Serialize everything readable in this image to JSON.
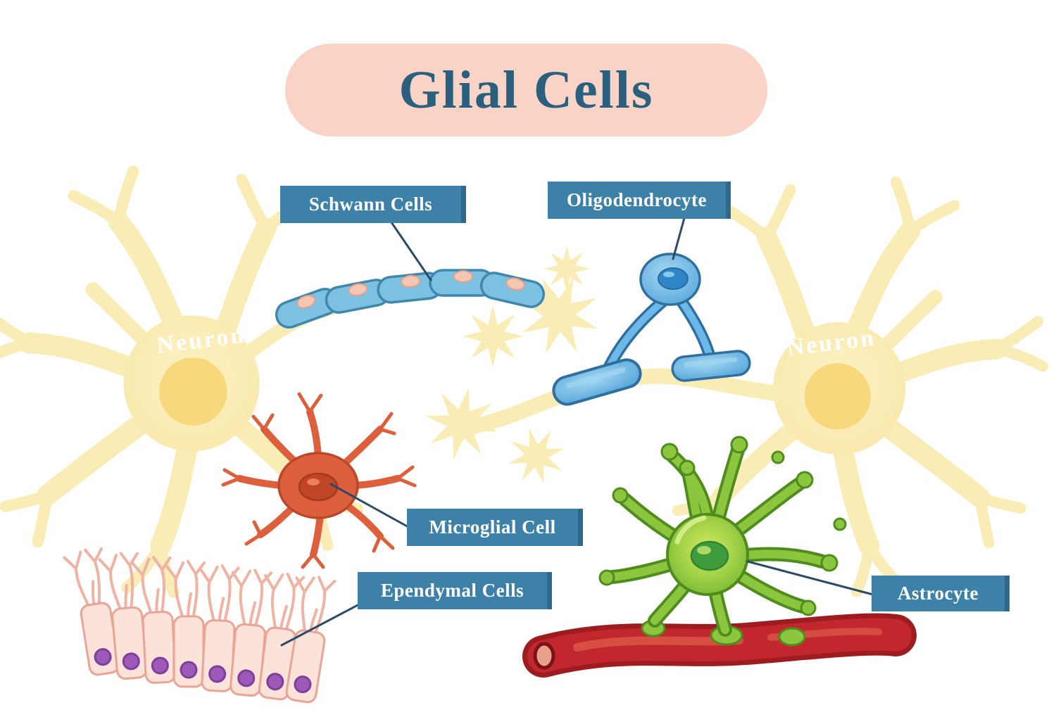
{
  "title": "Glial Cells",
  "labels": {
    "schwann": "Schwann Cells",
    "oligodendrocyte": "Oligodendrocyte",
    "microglial": "Microglial Cell",
    "ependymal": "Ependymal Cells",
    "astrocyte": "Astrocyte"
  },
  "neurons": {
    "left": "Neuron",
    "right": "Neuron"
  },
  "colors": {
    "title_bg": "#f9d3c6",
    "title_text": "#2b5f7e",
    "label_bg": "#3e81a8",
    "label_text": "#ffffff",
    "neuron_yellow": "#faecb5",
    "neuron_nucleus": "#f7d87c",
    "schwann_blue": "#7cc0e2",
    "oligodendrocyte_blue": "#58a9de",
    "microglia_red": "#de5f3b",
    "astrocyte_green": "#8cc63f",
    "vessel_red": "#c1272d",
    "ependymal_pink": "#fbe3da",
    "ependymal_nucleus": "#9c59b8",
    "leader_line": "#2b4a68"
  }
}
